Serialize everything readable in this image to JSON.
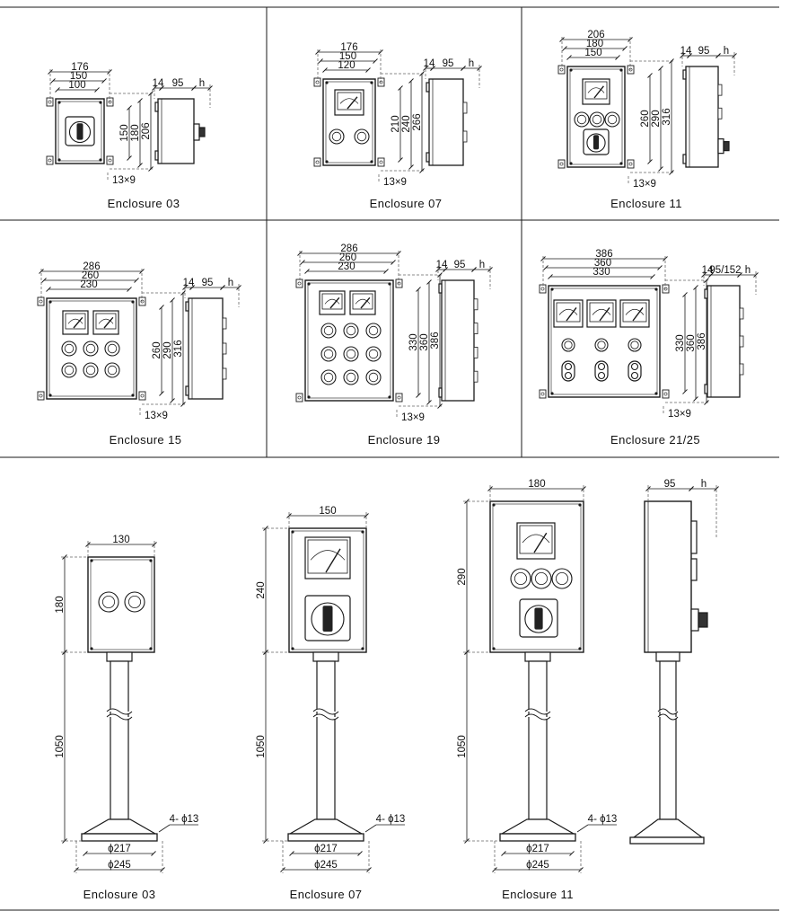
{
  "row1": [
    {
      "caption": "Enclosure  03",
      "widths": [
        "176",
        "150",
        "100"
      ],
      "heights": [
        "150",
        "180",
        "206"
      ],
      "side": [
        "14",
        "95",
        "h"
      ],
      "hole": "13×9"
    },
    {
      "caption": "Enclosure 07",
      "widths": [
        "176",
        "150",
        "120"
      ],
      "heights": [
        "210",
        "240",
        "266"
      ],
      "side": [
        "14",
        "95",
        "h"
      ],
      "hole": "13×9"
    },
    {
      "caption": "Enclosure   11",
      "widths": [
        "206",
        "180",
        "150"
      ],
      "heights": [
        "260",
        "290",
        "316"
      ],
      "side": [
        "14",
        "95",
        "h"
      ],
      "hole": "13×9"
    }
  ],
  "row2": [
    {
      "caption": "Enclosure  15",
      "widths": [
        "286",
        "260",
        "230"
      ],
      "heights": [
        "260",
        "290",
        "316"
      ],
      "side": [
        "14",
        "95",
        "h"
      ],
      "hole": "13×9"
    },
    {
      "caption": "Enclosure  19",
      "widths": [
        "286",
        "260",
        "230"
      ],
      "heights": [
        "330",
        "360",
        "386"
      ],
      "side": [
        "14",
        "95",
        "h"
      ],
      "hole": "13×9"
    },
    {
      "caption": "Enclosure 21/25",
      "widths": [
        "386",
        "360",
        "330"
      ],
      "heights": [
        "330",
        "360",
        "386"
      ],
      "side": [
        "14",
        "95/152",
        "h"
      ],
      "hole": "13×9"
    }
  ],
  "stands": [
    {
      "caption": "Enclosure  03",
      "width": "130",
      "height": "180",
      "pole": "1050",
      "holes": "4- ϕ13",
      "d1": "ϕ217",
      "d2": "ϕ245"
    },
    {
      "caption": "Enclosure  07",
      "width": "150",
      "height": "240",
      "pole": "1050",
      "holes": "4- ϕ13",
      "d1": "ϕ217",
      "d2": "ϕ245"
    },
    {
      "caption": "Enclosure  11",
      "width": "180",
      "height": "290",
      "pole": "1050",
      "holes": "4- ϕ13",
      "d1": "ϕ217",
      "d2": "ϕ245",
      "side": [
        "95",
        "h"
      ]
    }
  ],
  "colors": {
    "line": "#1a1a1a",
    "dash": "#555555",
    "body": "#ffffff"
  }
}
